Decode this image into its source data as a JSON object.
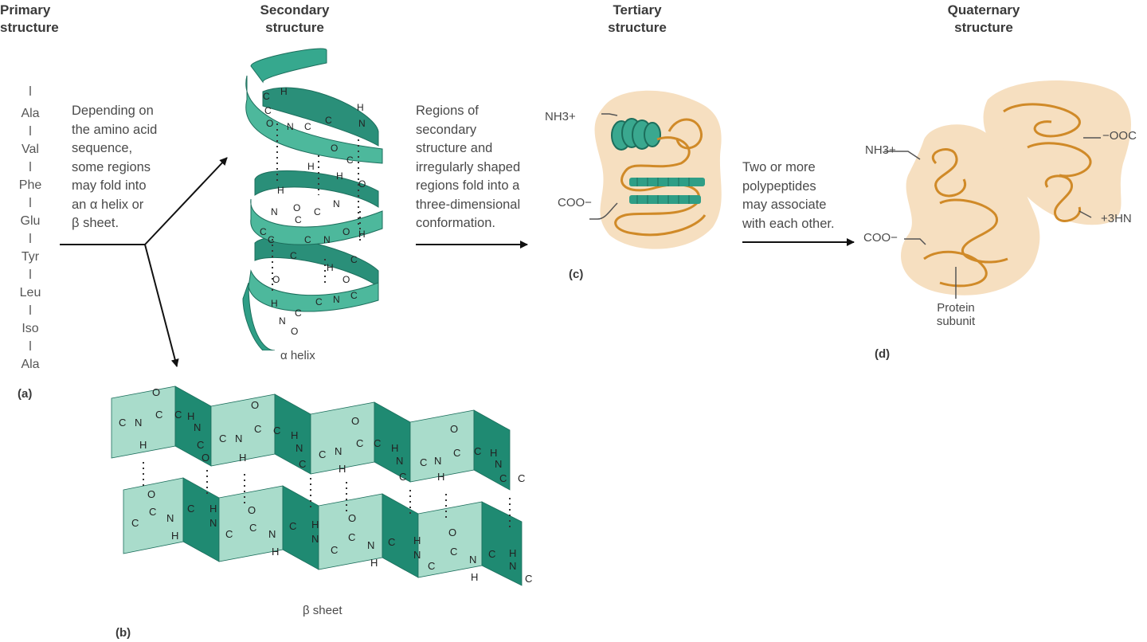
{
  "headings": {
    "primary": [
      "Primary",
      "structure"
    ],
    "secondary": [
      "Secondary",
      "structure"
    ],
    "tertiary": [
      "Tertiary",
      "structure"
    ],
    "quaternary": [
      "Quaternary",
      "structure"
    ]
  },
  "amino_acids": [
    "Ala",
    "Val",
    "Phe",
    "Glu",
    "Tyr",
    "Leu",
    "Iso",
    "Ala"
  ],
  "descriptions": {
    "secondary": [
      "Depending on",
      "the amino acid",
      "sequence,",
      "some regions",
      "may fold into",
      "an α helix or",
      "β sheet."
    ],
    "tertiary": [
      "Regions of",
      "secondary",
      "structure and",
      "irregularly shaped",
      "regions fold into a",
      "three-dimensional",
      "conformation."
    ],
    "quaternary": [
      "Two or more",
      "polypeptides",
      "may associate",
      "with each other."
    ]
  },
  "panel_labels": {
    "a": "(a)",
    "b": "(b)",
    "c": "(c)",
    "d": "(d)"
  },
  "structure_labels": {
    "alpha_helix": "α helix",
    "beta_sheet": "β sheet",
    "protein_subunit": [
      "Protein",
      "subunit"
    ]
  },
  "termini": {
    "tertiary_n": "NH3+",
    "tertiary_c": "COO−",
    "quaternary_n": "NH3+",
    "quaternary_c": "COO−",
    "quaternary_c2": "−OOC",
    "quaternary_n2": "+3HN"
  },
  "colors": {
    "helix_teal": "#2f9e86",
    "sheet_light": "#a9dccb",
    "sheet_dark": "#1f8a72",
    "protein_orange": "#d89a3a",
    "blob_fill": "#f6dfc0",
    "text": "#3a3a3a"
  }
}
